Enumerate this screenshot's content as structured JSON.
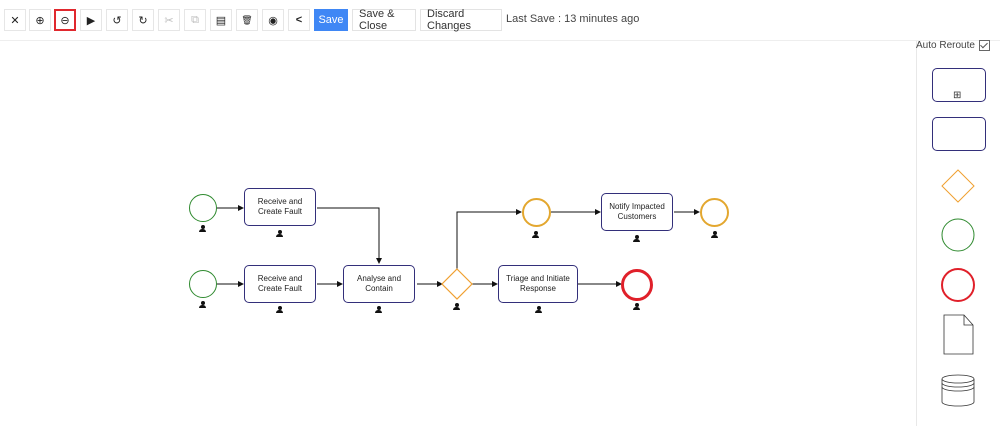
{
  "toolbar": {
    "icons": [
      {
        "name": "fit-screen-icon",
        "glyph": "✕"
      },
      {
        "name": "zoom-in-icon",
        "glyph": "⊕"
      },
      {
        "name": "zoom-out-icon",
        "glyph": "⊖"
      },
      {
        "name": "play-icon",
        "glyph": "▶"
      },
      {
        "name": "undo-icon",
        "glyph": "↺"
      },
      {
        "name": "redo-icon",
        "glyph": "↻"
      },
      {
        "name": "cut-icon",
        "glyph": "✂"
      },
      {
        "name": "copy-icon",
        "glyph": "⧉"
      },
      {
        "name": "paste-icon",
        "glyph": "▤"
      },
      {
        "name": "delete-icon",
        "glyph": "🗑"
      },
      {
        "name": "palette-icon",
        "glyph": "◉"
      },
      {
        "name": "share-icon",
        "glyph": "<"
      }
    ],
    "save_label": "Save",
    "save_close_label": "Save & Close",
    "discard_label": "Discard Changes",
    "last_save": "Last Save : 13 minutes ago",
    "accent_color": "#3f87f5"
  },
  "palette": {
    "auto_reroute_label": "Auto Reroute",
    "auto_reroute_checked": true,
    "subprocess_marker": "⊞"
  },
  "diagram": {
    "tasks": {
      "receive_top": "Receive and Create Fault",
      "receive_bottom": "Receive and Create Fault",
      "analyse": "Analyse and Contain",
      "triage": "Triage and Initiate Response",
      "notify": "Notify Impacted Customers"
    },
    "colors": {
      "task_border": "#332f7a",
      "start_event": "#2f8a2f",
      "intermediate_event": "#e3a72f",
      "end_event": "#e0202a",
      "gateway": "#f0a030"
    }
  }
}
